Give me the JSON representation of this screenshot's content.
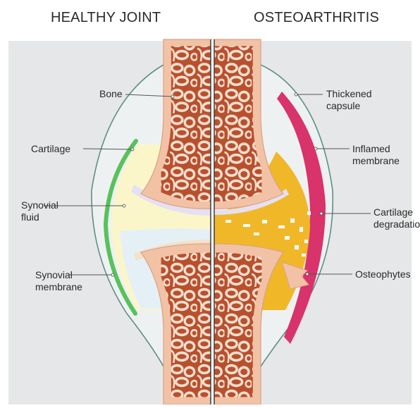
{
  "headings": {
    "left": "HEALTHY JOINT",
    "right": "OSTEOARTHRITIS"
  },
  "labels_left": {
    "bone": "Bone",
    "cartilage": "Cartilage",
    "synovial_fluid": "Synovial\nfluid",
    "synovial_membrane": "Synovial\nmembrane"
  },
  "labels_right": {
    "thickened_capsule": "Thickened\ncapsule",
    "inflamed_membrane": "Inflamed\nmembrane",
    "cartilage_degradation": "Cartilage\ndegradation",
    "osteophytes": "Osteophytes"
  },
  "colors": {
    "background_panel": "#e6e7e8",
    "capsule": "#eef1f2",
    "capsule_outline": "#5d8f86",
    "bone_shell": "#f2c2a6",
    "bone_marrow": "#b8502e",
    "bone_trabeculae": "#f7e0cf",
    "cartilage": "#e6e0f2",
    "synovial_fluid": "#fbf6c9",
    "synovial_fluid_lower": "#e4f0f6",
    "synovial_membrane": "#57c25a",
    "inflamed_membrane": "#d8336b",
    "degraded_fluid": "#f0b829",
    "divider": "#3b3b3b"
  }
}
